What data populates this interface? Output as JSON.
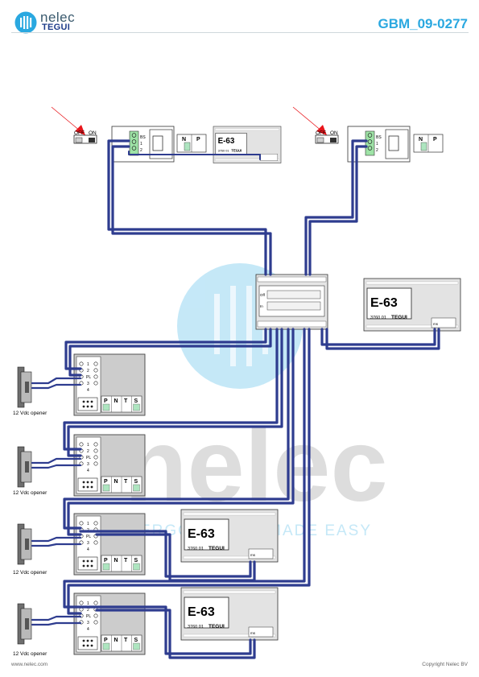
{
  "header": {
    "brand_name": "nelec",
    "brand_sub": "TEGUI",
    "doc_code": "GBM_09-0277"
  },
  "footer": {
    "website": "www.nelec.com",
    "copyright": "Copyright Nelec BV"
  },
  "watermark": {
    "word": "nelec",
    "tagline": "ERGONOMICS MADE EASY"
  },
  "breaker": {
    "off_label": "OFF",
    "on_label": "ON"
  },
  "contactor": {
    "terminal_label": "BS",
    "t1": "1",
    "t2": "2"
  },
  "mains_terminal": {
    "n_label": "N",
    "p_label": "P"
  },
  "power_supply": {
    "model": "E-63",
    "code": "3760 01",
    "brand": "TEGUI",
    "term_label": "ms"
  },
  "distributor": {
    "row1_label": "Off",
    "row2_label": "In"
  },
  "door_station": {
    "rows": [
      "1",
      "2",
      "PL",
      "3",
      "4"
    ],
    "bottom_labels": [
      "P",
      "N",
      "T",
      "S"
    ]
  },
  "door_opener": {
    "caption": "12 Vdc opener"
  },
  "colors": {
    "cable": "#2e3c8f",
    "accent_blue": "#2aa8e0",
    "terminal_green": "#aee5c0",
    "arrow_red": "#e8151b"
  }
}
